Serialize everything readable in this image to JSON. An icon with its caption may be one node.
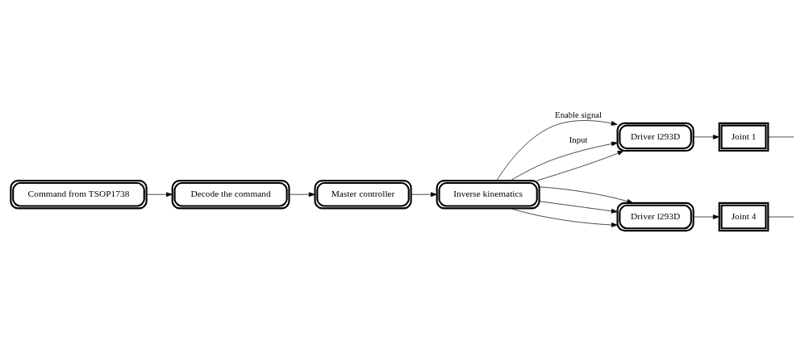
{
  "diagram": {
    "nodes": [
      {
        "text": [
          "Command from TSOP1738"
        ]
      },
      {
        "text": [
          "Decode the command"
        ]
      },
      {
        "text": [
          "Master controller"
        ]
      },
      {
        "text": [
          "Inverse kinematics"
        ]
      },
      {
        "text": [
          "Driver l293D"
        ]
      },
      {
        "text": [
          "Joint 1"
        ]
      },
      {
        "text": [
          "Driver l293D"
        ]
      },
      {
        "text": [
          "Joint 4"
        ]
      }
    ],
    "edges": [
      {
        "from": 0,
        "to": 1,
        "arrow": "to"
      },
      {
        "from": 1,
        "to": 2,
        "arrow": "to"
      },
      {
        "from": 2,
        "to": 3,
        "arrow": "to"
      },
      {
        "from": 3,
        "to": 4,
        "arrow": "to",
        "label": "Enable signal"
      },
      {
        "from": 3,
        "to": 6,
        "arrow": "to"
      },
      {
        "from": 3,
        "to": 4,
        "arrow": "to",
        "label": "Input"
      },
      {
        "from": 3,
        "to": 6,
        "arrow": "to"
      },
      {
        "from": 3,
        "to": 4,
        "arrow": "to"
      },
      {
        "from": 3,
        "to": 6,
        "arrow": "to"
      },
      {
        "from": 4,
        "to": 5,
        "arrow": "to"
      },
      {
        "from": 6,
        "to": 7,
        "arrow": "to"
      },
      {
        "from": 5,
        "to": null,
        "arrow": "none"
      },
      {
        "from": 7,
        "to": null,
        "arrow": "none"
      }
    ]
  }
}
